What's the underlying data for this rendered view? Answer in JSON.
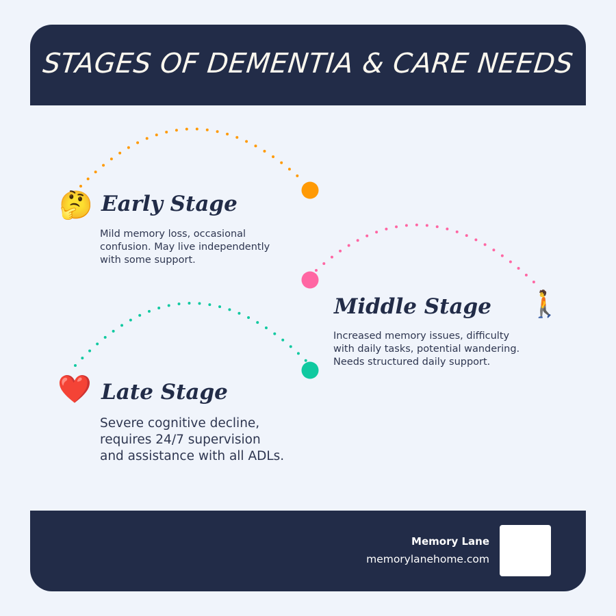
{
  "header": {
    "title": "STAGES OF DEMENTIA & CARE NEEDS"
  },
  "stages": [
    {
      "emoji": "🤔",
      "icon": "thinking-face-icon",
      "title": "Early Stage",
      "description": [
        "Mild memory loss, occasional",
        "confusion. May live independently",
        "with some support."
      ],
      "color": "#ff9a05"
    },
    {
      "emoji": "🚶",
      "icon": "walking-person-icon",
      "title": "Middle Stage",
      "description": [
        "Increased memory issues, difficulty",
        "with daily tasks, potential wandering.",
        "Needs structured daily support."
      ],
      "color": "#ff66a3"
    },
    {
      "emoji": "❤️",
      "icon": "red-heart-icon",
      "title": "Late Stage",
      "description": [
        "Severe cognitive decline,",
        "requires 24/7 supervision",
        "and assistance with all ADLs."
      ],
      "color": "#10c9a0"
    }
  ],
  "footer": {
    "brand": "Memory Lane",
    "url": "memorylanehome.com"
  },
  "colors": {
    "navy": "#222c48",
    "background": "#f0f4fb"
  }
}
